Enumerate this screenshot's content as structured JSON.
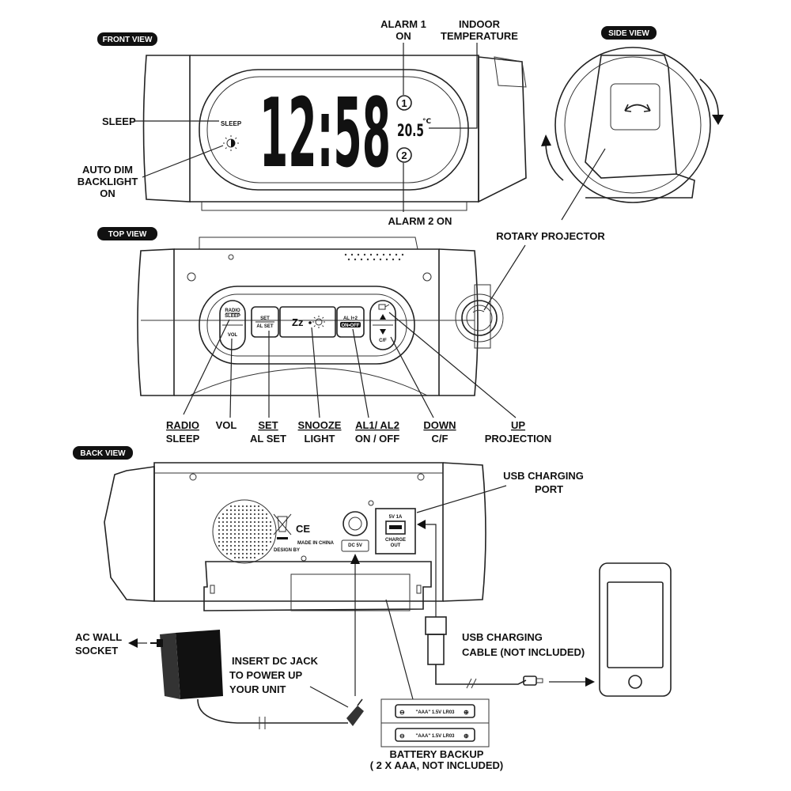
{
  "views": {
    "front": "FRONT VIEW",
    "side": "SIDE VIEW",
    "top": "TOP VIEW",
    "back": "BACK VIEW"
  },
  "display": {
    "time": "12:58",
    "sleep": "SLEEP",
    "temperature": "20.5",
    "unit": "°C",
    "alarm1_num": "1",
    "alarm2_num": "2"
  },
  "front_callouts": {
    "alarm1": [
      "ALARM 1",
      "ON"
    ],
    "indoor_temp": [
      "INDOOR",
      "TEMPERATURE"
    ],
    "sleep": "SLEEP",
    "auto_dim": [
      "AUTO DIM",
      "BACKLIGHT",
      "ON"
    ],
    "alarm2": "ALARM 2 ON",
    "rotary_projector": "ROTARY PROJECTOR"
  },
  "top_buttons": {
    "radio_sleep": [
      "RADIO",
      "SLEEP"
    ],
    "vol": "VOL",
    "set": [
      "SET",
      "AL SET"
    ],
    "snooze": "Zz",
    "al12": [
      "AL I+2",
      "ON•OFF"
    ],
    "cf": "C/F"
  },
  "top_callouts": {
    "radio_sleep": [
      "RADIO",
      "SLEEP"
    ],
    "vol": "VOL",
    "set": [
      "SET",
      "AL SET"
    ],
    "snooze": [
      "SNOOZE",
      "LIGHT"
    ],
    "al": [
      "AL1/ AL2",
      "ON / OFF"
    ],
    "down": [
      "DOWN",
      "C/F"
    ],
    "up": [
      "UP",
      "PROJECTION"
    ]
  },
  "back_callouts": {
    "usb_port": [
      "USB CHARGING",
      "PORT"
    ],
    "usb_port_label": [
      "5V 1A",
      "CHARGE",
      "OUT"
    ],
    "dc_label": "DC 5V",
    "made_in": "MADE IN CHINA",
    "design_by": "DESIGN BY",
    "ac_socket": [
      "AC WALL",
      "SOCKET"
    ],
    "insert_dc": [
      "INSERT DC JACK",
      "TO POWER UP",
      "YOUR UNIT"
    ],
    "usb_cable": [
      "USB CHARGING",
      "CABLE (NOT  INCLUDED)"
    ],
    "battery_label_1": "\"AAA\" 1.5V LR03",
    "battery_label_2": "\"AAA\" 1.5V LR03",
    "battery": [
      "BATTERY BACKUP",
      "( 2 X AAA, NOT INCLUDED)"
    ]
  },
  "colors": {
    "ink": "#222222",
    "paper": "#ffffff"
  }
}
